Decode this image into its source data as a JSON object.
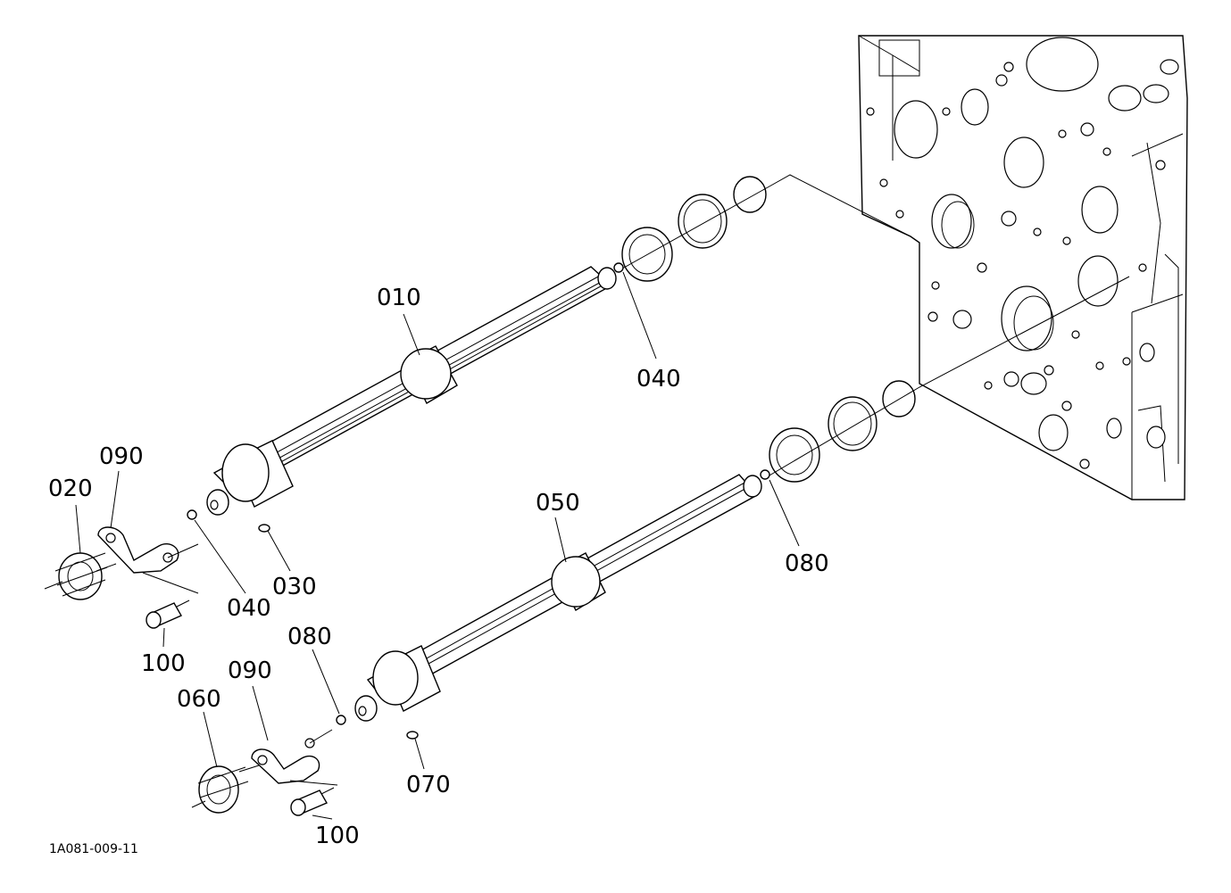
{
  "diagram": {
    "drawing_code": "1A081-009-11",
    "callouts": {
      "c010": "010",
      "c020": "020",
      "c030": "030",
      "c040_shaft": "040",
      "c040_ball": "040",
      "c050": "050",
      "c060": "060",
      "c070": "070",
      "c080_shaft": "080",
      "c080_ball": "080",
      "c090_upper": "090",
      "c090_lower": "090",
      "c100_upper": "100",
      "c100_lower": "100"
    }
  }
}
